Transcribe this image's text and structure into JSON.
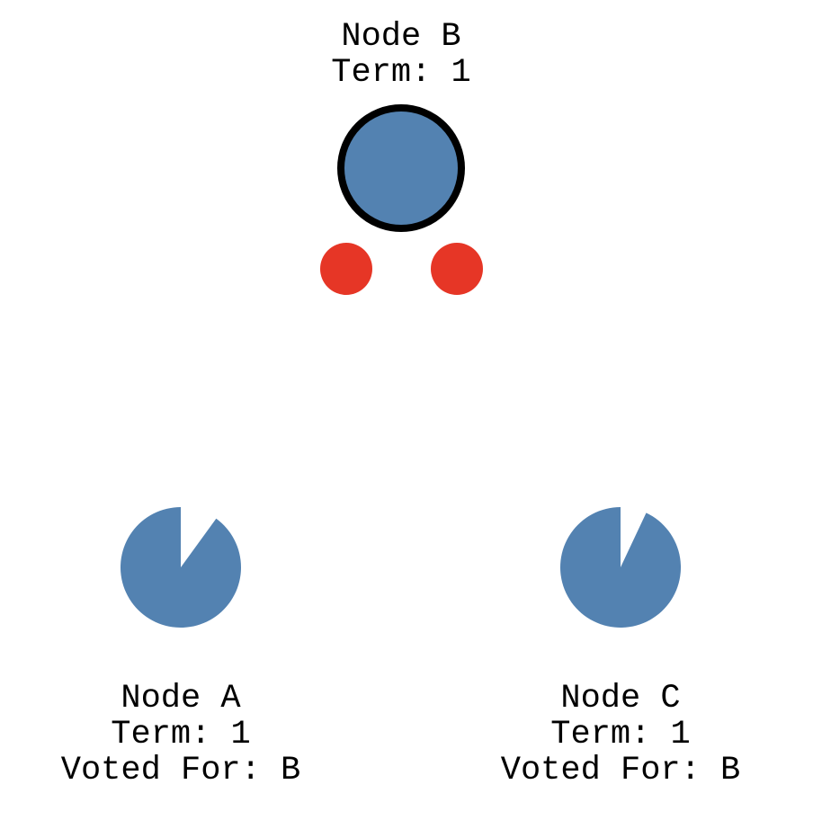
{
  "colors": {
    "node_fill": "#5382b1",
    "leader_stroke": "#000000",
    "message_dot": "#e63626",
    "text": "#000000"
  },
  "nodes": {
    "b": {
      "name": "Node B",
      "term": "Term: 1",
      "is_leader": true
    },
    "a": {
      "name": "Node A",
      "term": "Term: 1",
      "voted_for": "Voted For: B",
      "election_timeout_remaining": 0.9
    },
    "c": {
      "name": "Node C",
      "term": "Term: 1",
      "voted_for": "Voted For: B",
      "election_timeout_remaining": 0.93
    }
  },
  "messages": {
    "count": 2
  }
}
